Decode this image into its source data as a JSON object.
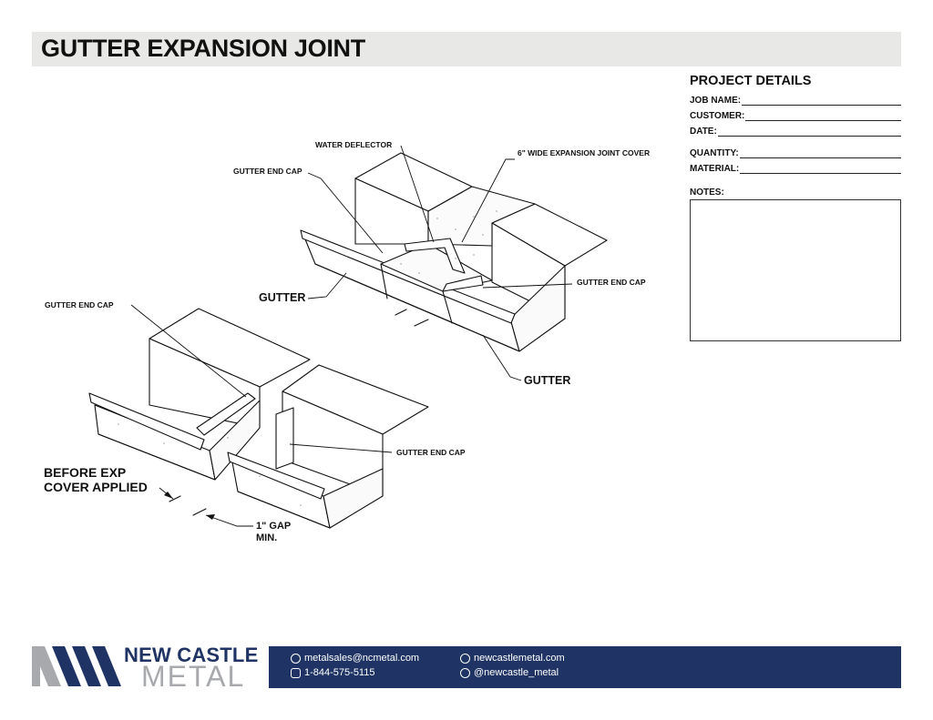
{
  "header": {
    "title": "GUTTER EXPANSION JOINT"
  },
  "project_details": {
    "heading": "PROJECT DETAILS",
    "fields": [
      "JOB NAME:",
      "CUSTOMER:",
      "DATE:",
      "QUANTITY:",
      "MATERIAL:"
    ],
    "notes_label": "NOTES:"
  },
  "labels": {
    "water_deflector": "WATER DEFLECTOR",
    "expansion_cover": "6\" WIDE EXPANSION JOINT COVER",
    "gutter_end_cap_1": "GUTTER END CAP",
    "gutter_end_cap_2": "GUTTER END CAP",
    "gutter_end_cap_3": "GUTTER END CAP",
    "gutter_end_cap_4": "GUTTER END CAP",
    "gutter_1": "GUTTER",
    "gutter_2": "GUTTER",
    "before_exp": "BEFORE EXP",
    "cover_applied": "COVER APPLIED",
    "gap_1": "1\" GAP",
    "gap_2": "MIN."
  },
  "footer": {
    "brand_top": "NEW CASTLE",
    "brand_bottom": "METAL",
    "email": "metalsales@ncmetal.com",
    "phone": "1-844-575-5115",
    "website": "newcastlemetal.com",
    "social": "@newcastle_metal",
    "colors": {
      "navy": "#1f3464",
      "gray": "#a7a9ac"
    }
  }
}
